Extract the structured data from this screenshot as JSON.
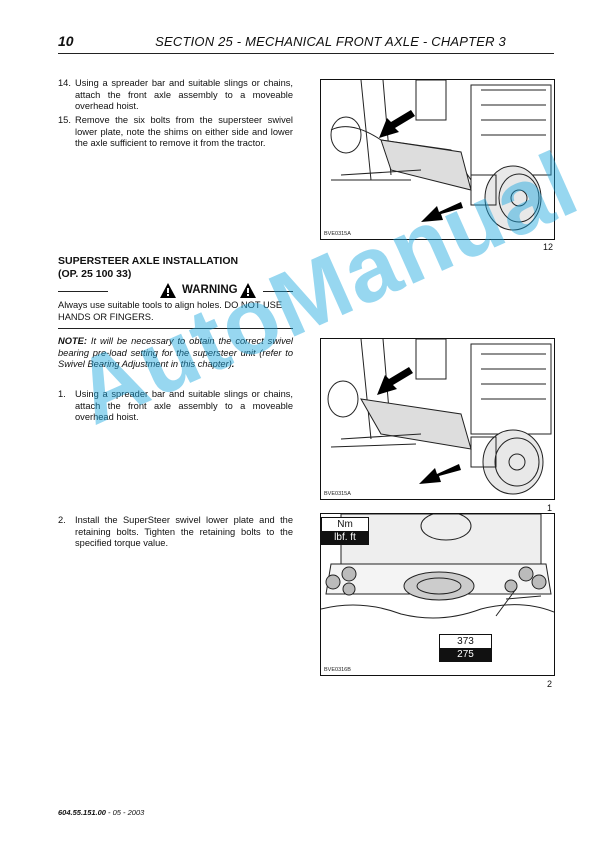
{
  "header": {
    "page_number": "10",
    "title": "SECTION 25 - MECHANICAL FRONT AXLE - CHAPTER 3"
  },
  "steps_top": [
    {
      "num": "14.",
      "text": "Using a spreader bar and suitable slings or chains, attach the front axle assembly to a moveable overhead hoist."
    },
    {
      "num": "15.",
      "text": "Remove the six bolts from the supersteer swivel lower plate, note the shims on either side and lower the axle sufficient to remove it from the tractor."
    }
  ],
  "section": {
    "heading_line1": "SUPERSTEER AXLE INSTALLATION",
    "heading_line2": "(OP. 25 100 33)",
    "warning_label": "WARNING",
    "warning_text": "Always use suitable tools to align holes. DO NOT USE HANDS OR FINGERS.",
    "note_label": "NOTE:",
    "note_text": " It will be necessary to obtain the correct swivel bearing pre-load setting for the supersteer unit (refer to Swivel Bearing Adjustment in this chapter)",
    "note_end": "."
  },
  "steps_install": [
    {
      "num": "1.",
      "text": "Using a spreader bar and suitable slings or chains, attach the front axle assembly to a moveable overhead hoist."
    },
    {
      "num": "2.",
      "text": "Install the SuperSteer swivel lower plate and the retaining bolts. Tighten the retaining bolts to the specified torque value."
    }
  ],
  "figures": [
    {
      "code": "BVE0315A",
      "number": "12"
    },
    {
      "code": "BVE0315A",
      "number": "1"
    },
    {
      "code": "BVE0316B",
      "number": "2",
      "unit_top": "Nm",
      "unit_bottom": "lbf. ft",
      "value_top": "373",
      "value_bottom": "275"
    }
  ],
  "watermark": "AutoManual",
  "footer": {
    "doc_number": "604.55.151.00",
    "date": " - 05 - 2003"
  }
}
